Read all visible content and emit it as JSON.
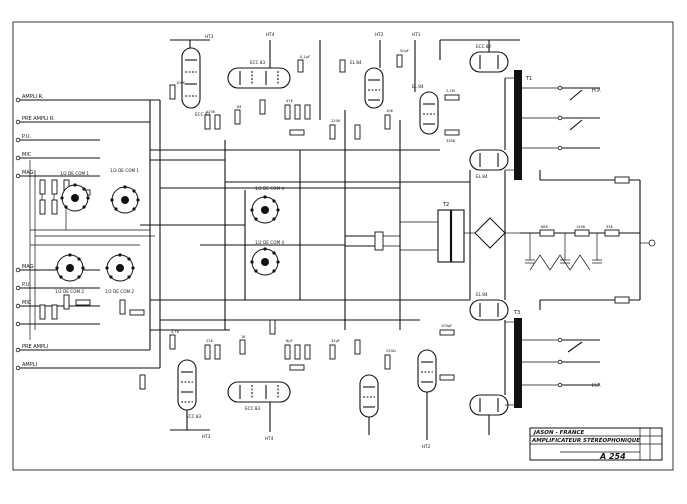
{
  "title_block": {
    "maker": "JASON - FRANCE",
    "title": "AMPLIFICATEUR STÉRÉOPHONIQUE",
    "model": "A 254"
  },
  "inputs_left": [
    "AMPLI R.",
    "PRE AMPLI R.",
    "P.U.",
    "MIC",
    "MAG",
    "MAG",
    "P.U.",
    "MIC",
    "PRE AMPLI",
    "AMPLI"
  ],
  "commutators": [
    "1/2 DE COM 1",
    "1/2 DE COM 1",
    "1/2 DE COM 2",
    "1/2 DE COM 2",
    "1/2 DE COM 4",
    "1/2 DE COM 4"
  ],
  "tube_labels": [
    "ECC 83",
    "ECC 83",
    "EL 84",
    "EL 84",
    "ECC 82",
    "EL 84",
    "EL 84",
    "ECC 83",
    "ECC 83"
  ],
  "transformers": [
    "T1",
    "T2",
    "T3"
  ],
  "outputs": [
    "H.P.",
    "H.P."
  ],
  "ht_labels": [
    "HT3",
    "HT4",
    "HT2",
    "HT1",
    "HT3",
    "HT4",
    "HT2"
  ],
  "components": [
    "100K",
    "470K",
    "1M",
    "47K",
    "220K",
    "10K",
    "2,2M",
    "330K",
    "0,1µF",
    "50µF",
    "4,7K",
    "22K",
    "1K",
    "8µF",
    "32µF",
    "250Ω",
    "100µF",
    "68K",
    "150K",
    "33K"
  ]
}
